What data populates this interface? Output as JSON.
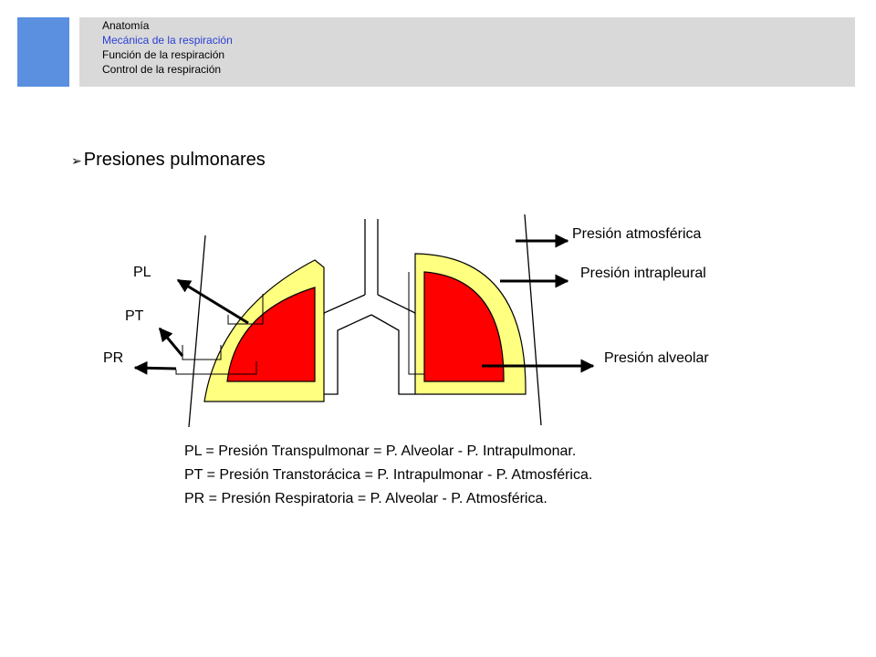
{
  "header": {
    "nav_items": [
      {
        "label": "Anatomía",
        "active": false
      },
      {
        "label": "Mecánica de la respiración",
        "active": true
      },
      {
        "label": "Función de la respiración",
        "active": false
      },
      {
        "label": "Control de la respiración",
        "active": false
      }
    ],
    "accent_color": "#5b8fe0",
    "active_color": "#2a3fd4",
    "bar_color": "#d9d9d9"
  },
  "section": {
    "title": "Presiones pulmonares",
    "bullet_icon": "arrow-bullet-icon"
  },
  "diagram": {
    "labels": {
      "pl": "PL",
      "pt": "PT",
      "pr": "PR",
      "atmosferica": "Presión atmosférica",
      "intrapleural": "Presión intrapleural",
      "alveolar": "Presión alveolar"
    },
    "colors": {
      "pleura": "#ffff80",
      "lung": "#ff0000",
      "outline": "#000000"
    }
  },
  "formulas": [
    "PL = Presión Transpulmonar  =  P. Alveolar -  P. Intrapulmonar.",
    "PT = Presión Transtorácica = P. Intrapulmonar -  P. Atmosférica.",
    "PR = Presión Respiratoria = P. Alveolar -  P. Atmosférica."
  ]
}
